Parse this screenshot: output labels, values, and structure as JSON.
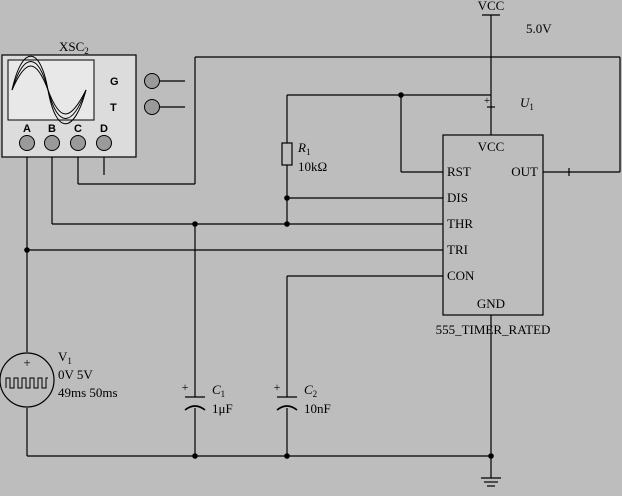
{
  "scope": {
    "label": "XSC",
    "label_sub": "2",
    "terminals": {
      "g": "G",
      "t": "T",
      "a": "A",
      "b": "B",
      "c": "C",
      "d": "D"
    }
  },
  "supply": {
    "net": "VCC",
    "voltage": "5.0V"
  },
  "timer": {
    "ref": "U",
    "ref_sub": "1",
    "part": "555_TIMER_RATED",
    "pins": {
      "vcc": "VCC",
      "rst": "RST",
      "out": "OUT",
      "dis": "DIS",
      "thr": "THR",
      "tri": "TRI",
      "con": "CON",
      "gnd": "GND"
    }
  },
  "r1": {
    "ref": "R",
    "ref_sub": "1",
    "value": "10kΩ"
  },
  "v1": {
    "ref": "V",
    "ref_sub": "1",
    "line1": "0V 5V",
    "line2": "49ms 50ms",
    "plus": "+"
  },
  "c1": {
    "ref": "C",
    "ref_sub": "1",
    "value": "1μF",
    "plus": "+"
  },
  "c2": {
    "ref": "C",
    "ref_sub": "2",
    "value": "10nF",
    "plus": "+"
  },
  "pin_marks": {
    "vcc_plus": "+"
  }
}
